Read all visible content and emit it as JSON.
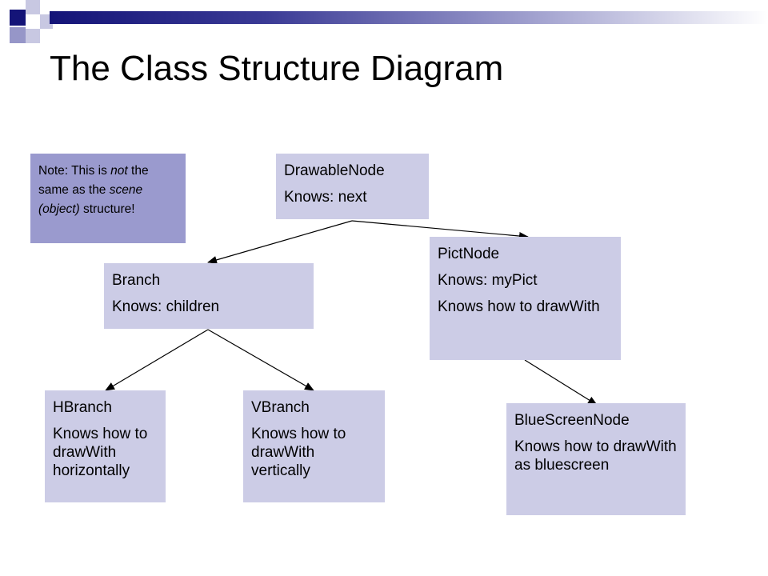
{
  "slide": {
    "title": "The Class Structure Diagram"
  },
  "note": {
    "text_1": "Note: This is ",
    "text_2": "not",
    "text_3": " the same as the ",
    "text_4": "scene (object)",
    "text_5": " structure!"
  },
  "nodes": {
    "drawable_node": {
      "name": "DrawableNode",
      "line_1": "Knows: next"
    },
    "branch": {
      "name": "Branch",
      "line_1": "Knows: children"
    },
    "pict_node": {
      "name": "PictNode",
      "line_1": "Knows: myPict",
      "line_2": "Knows how to drawWith"
    },
    "hbranch": {
      "name": "HBranch",
      "line_1": "Knows how to drawWith horizontally"
    },
    "vbranch": {
      "name": "VBranch",
      "line_1": "Knows how to drawWith vertically"
    },
    "bluescreen_node": {
      "name": "BlueScreenNode",
      "line_1": "Knows how to drawWith as bluescreen"
    }
  },
  "edges": [
    {
      "from": "DrawableNode",
      "to": "Branch"
    },
    {
      "from": "DrawableNode",
      "to": "PictNode"
    },
    {
      "from": "Branch",
      "to": "HBranch"
    },
    {
      "from": "Branch",
      "to": "VBranch"
    },
    {
      "from": "PictNode",
      "to": "BlueScreenNode"
    }
  ],
  "colors": {
    "title_bar_dark": "#141478",
    "node_fill": "#cccce6",
    "note_fill": "#9a9ace"
  }
}
